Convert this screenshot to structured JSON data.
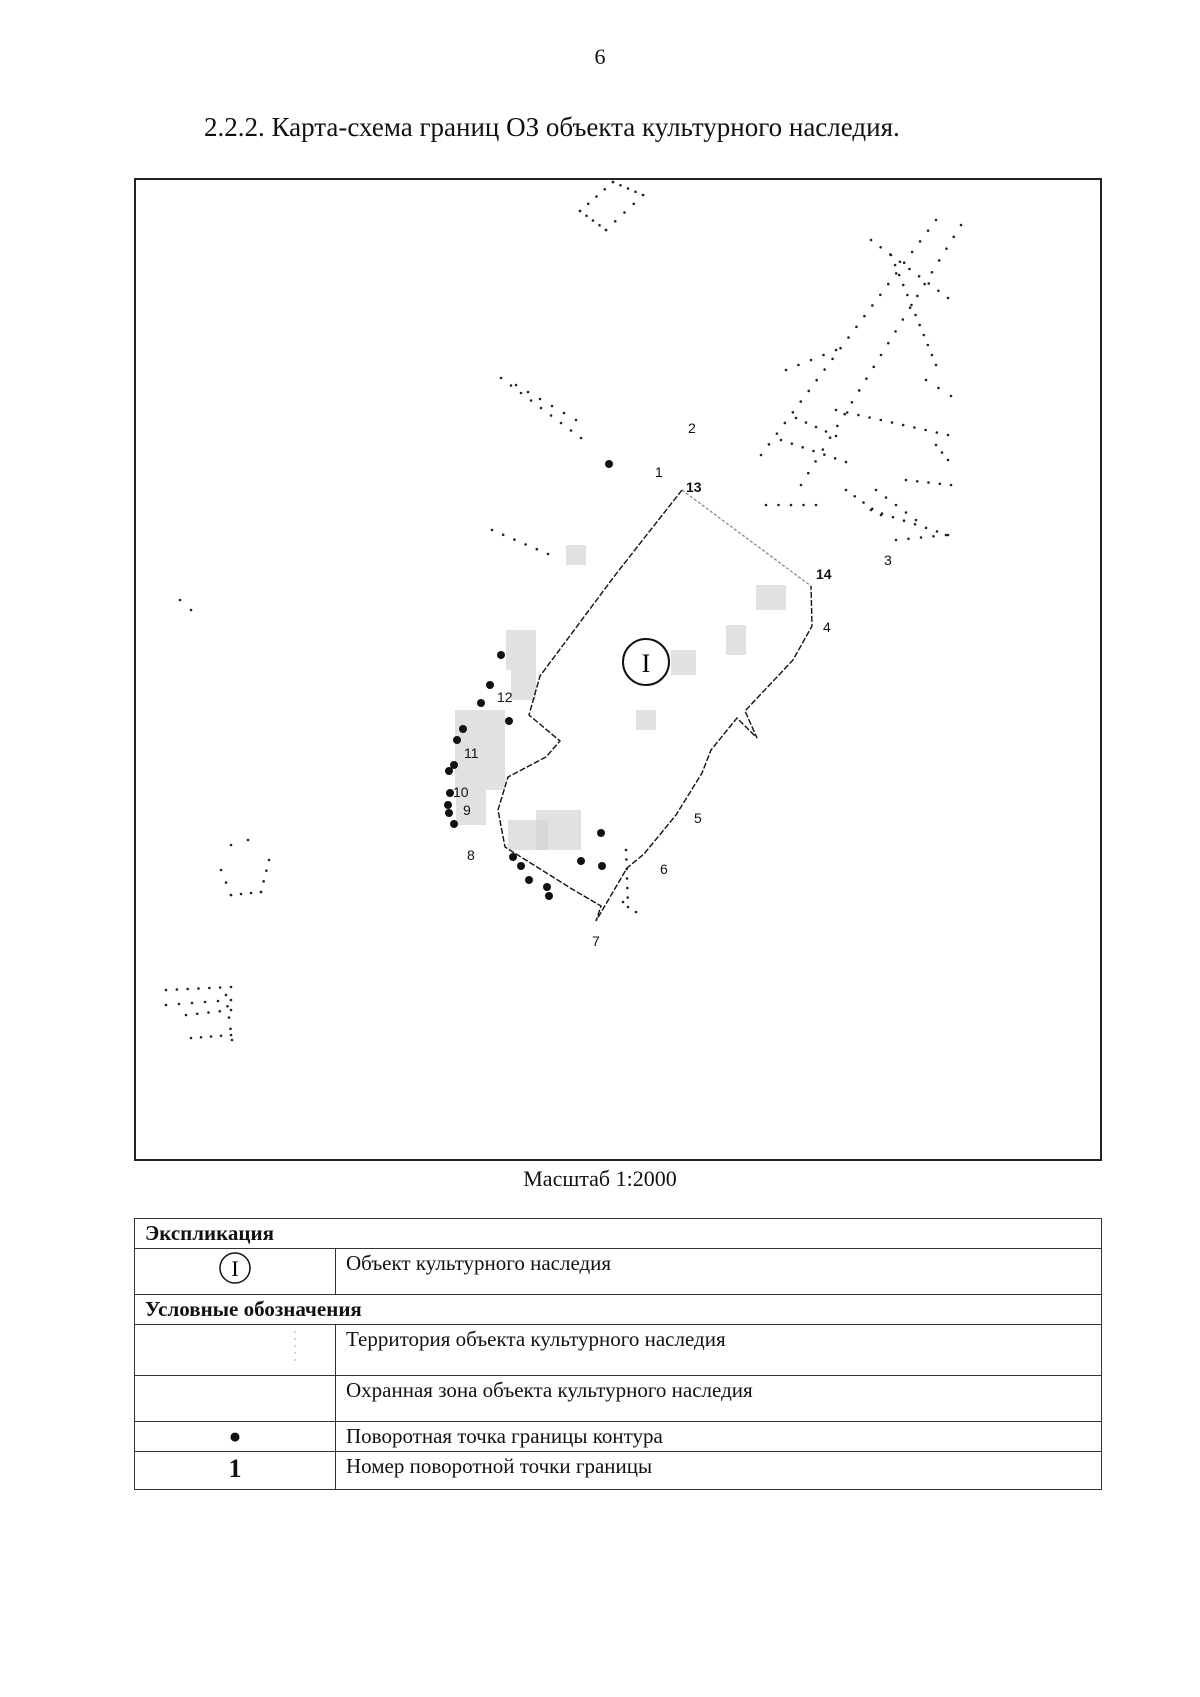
{
  "page": {
    "number": "6"
  },
  "heading": "2.2.2. Карта-схема границ ОЗ объекта культурного наследия.",
  "map": {
    "object_label": "I",
    "point_labels": [
      "1",
      "2",
      "3",
      "4",
      "5",
      "6",
      "7",
      "8",
      "9",
      "10",
      "11",
      "12",
      "13",
      "14"
    ],
    "boundary_color": "#111111",
    "zone_color": "#888888"
  },
  "scale": "Масштаб 1:2000",
  "legend": {
    "explication_title": "Экспликация",
    "object_symbol": "I",
    "object_text": "Объект культурного наследия",
    "symbols_title": "Условные обозначения",
    "rows": [
      {
        "text": "Территория объекта культурного наследия"
      },
      {
        "text": "Охранная зона объекта культурного наследия"
      },
      {
        "symbol": "●",
        "text": "Поворотная точка границы контура"
      },
      {
        "symbol": "1",
        "text": "Номер поворотной точки границы"
      }
    ]
  }
}
